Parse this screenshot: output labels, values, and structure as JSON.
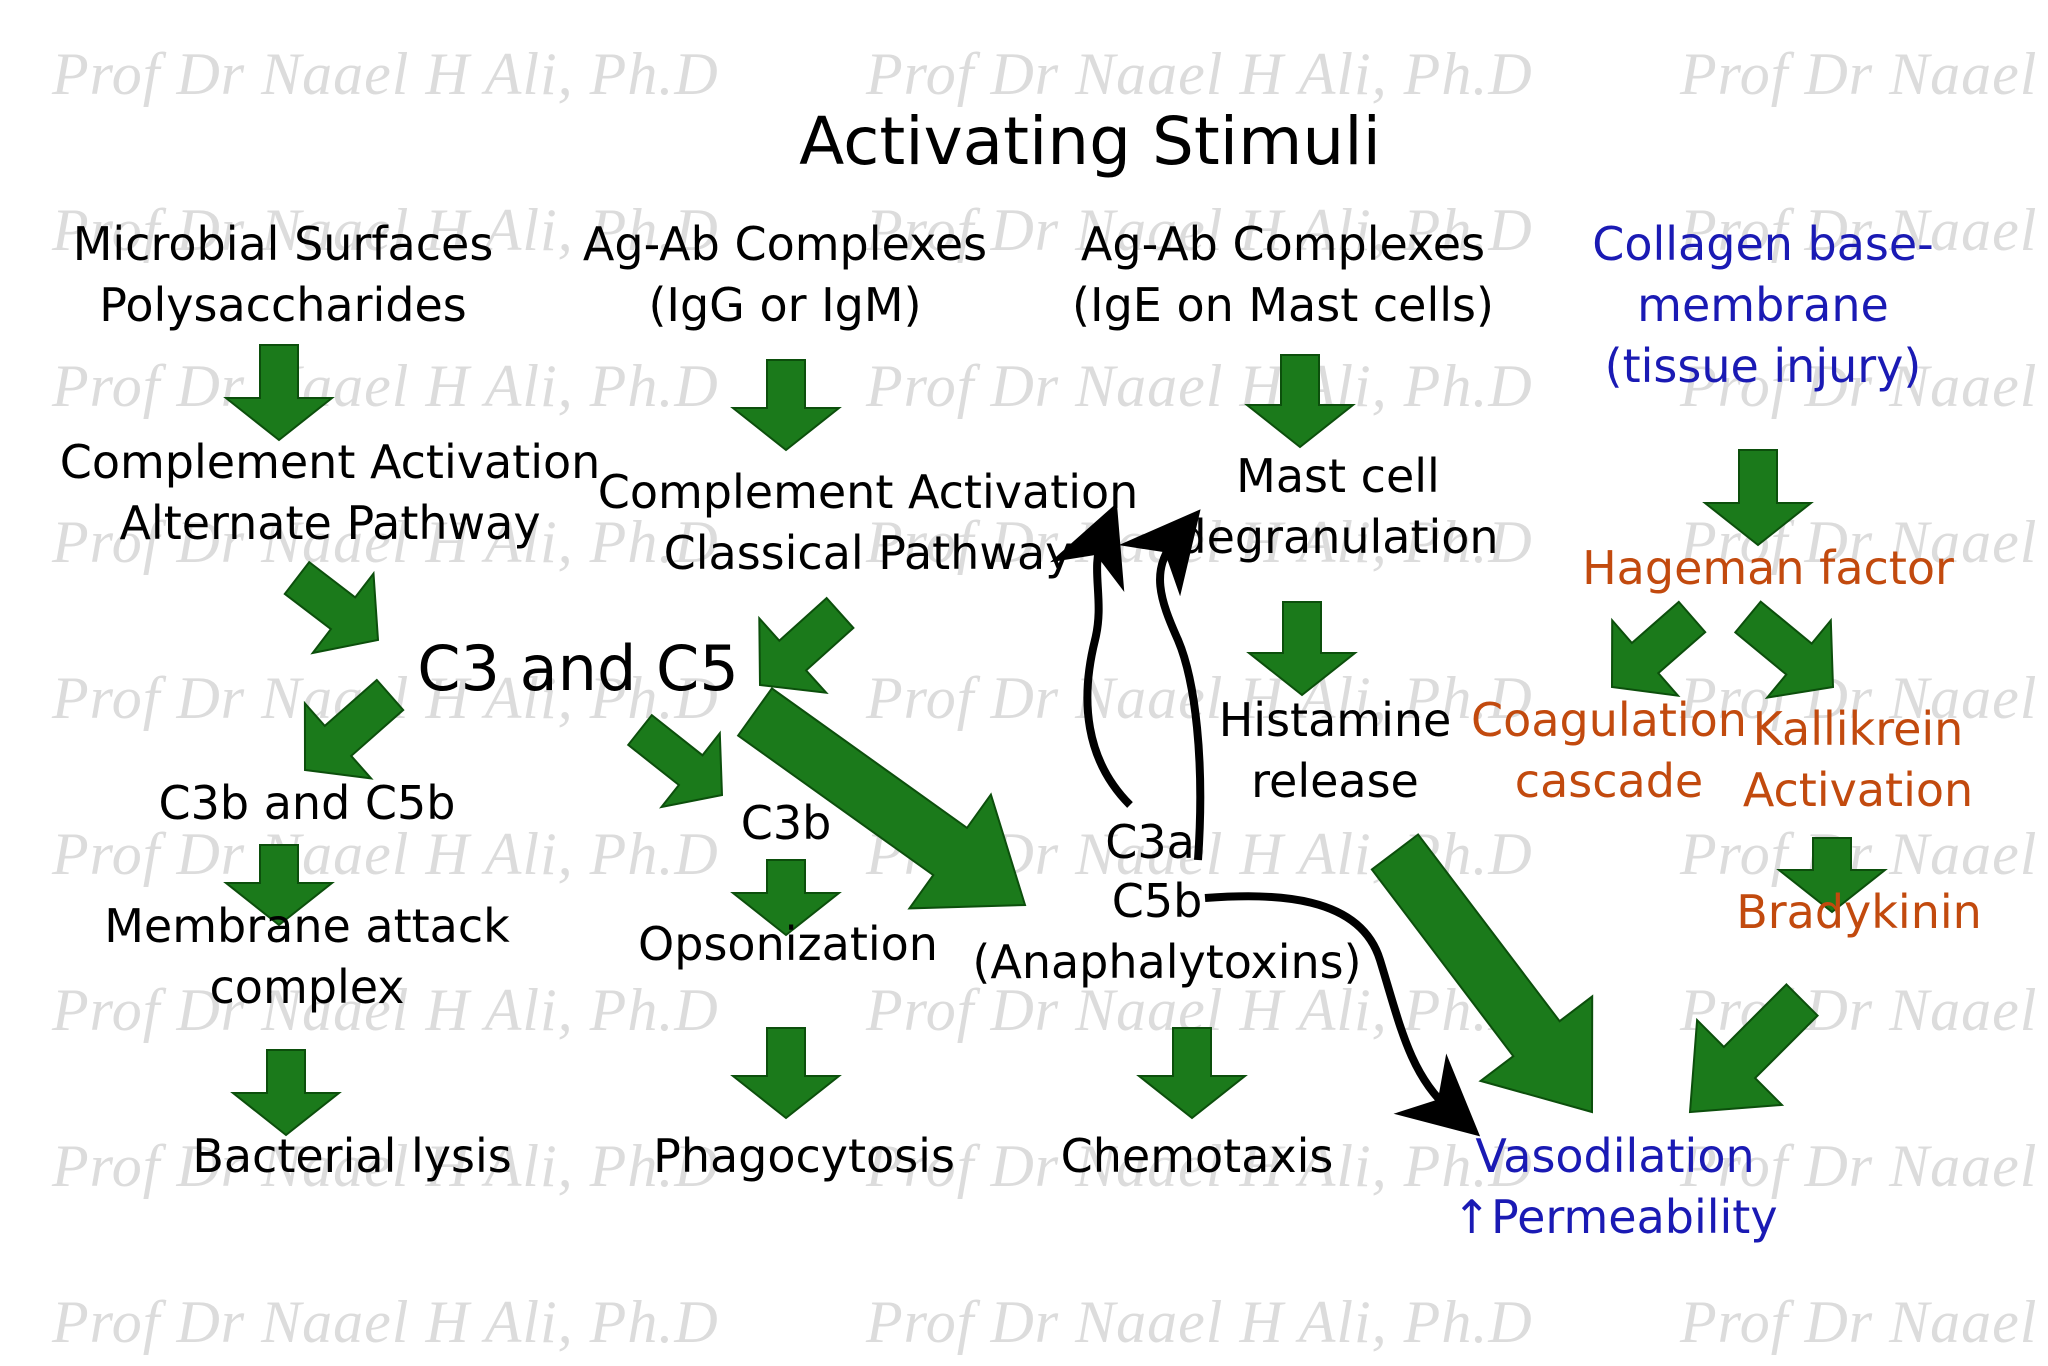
{
  "watermark": "Prof Dr Naael H Ali, Ph.D",
  "colors": {
    "arrow_fill": "#1b7a1b",
    "arrow_stroke": "#0c4f0c",
    "black": "#000000",
    "blue": "#1a1ab4",
    "orange": "#c24a0e",
    "watermark": "#dcdcdc"
  },
  "title": "Activating Stimuli",
  "stimuli": {
    "microbial": [
      "Microbial Surfaces",
      "Polysaccharides"
    ],
    "igg": [
      "Ag-Ab Complexes",
      "(IgG or IgM)"
    ],
    "ige": [
      "Ag-Ab Complexes",
      "(IgE on Mast cells)"
    ],
    "collagen": [
      "Collagen base-",
      "membrane",
      "(tissue injury)"
    ]
  },
  "nodes": {
    "alternate": [
      "Complement Activation",
      "Alternate Pathway"
    ],
    "classical": [
      "Complement Activation",
      "Classical Pathway"
    ],
    "mast": [
      "Mast cell",
      "degranulation"
    ],
    "hageman": "Hageman factor",
    "c3c5": "C3 and C5",
    "histamine": [
      "Histamine",
      "release"
    ],
    "coagulation": [
      "Coagulation",
      "cascade"
    ],
    "kallikrein": [
      "Kallikrein",
      "Activation"
    ],
    "c3b_c5b": "C3b and C5b",
    "c3b": "C3b",
    "c3a": "C3a",
    "c5b": "C5b",
    "anaphylatoxins": "(Anaphalytoxins)",
    "membrane_attack": [
      "Membrane attack",
      "complex"
    ],
    "opsonization": "Opsonization",
    "bradykinin": "Bradykinin"
  },
  "outcomes": {
    "lysis": "Bacterial lysis",
    "phagocytosis": "Phagocytosis",
    "chemotaxis": "Chemotaxis",
    "vasodilation": "Vasodilation",
    "permeability": "↑Permeability"
  }
}
